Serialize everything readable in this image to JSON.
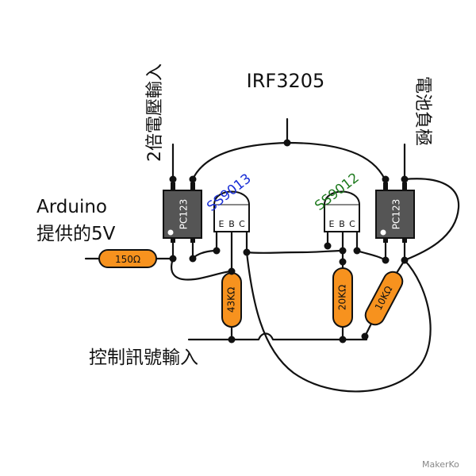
{
  "labels": {
    "irf": "IRF3205",
    "double_voltage_input": "2倍電壓輸入",
    "battery_negative": "電池負極",
    "arduino": "Arduino",
    "arduino_5v": "提供的5V",
    "control_input": "控制訊號輸入",
    "watermark": "MakerKo"
  },
  "components": {
    "optocoupler_left": "PC123",
    "optocoupler_right": "PC123",
    "transistor_left": "SS9013",
    "transistor_right": "SS9012",
    "pin_e": "E",
    "pin_b": "B",
    "pin_c": "C",
    "r150": "150Ω",
    "r43k": "43KΩ",
    "r20k": "20KΩ",
    "r10k": "10KΩ"
  },
  "colors": {
    "resistor_body": "#F7921E",
    "ic_body": "#555555",
    "ss9013_label": "#1A2FD6",
    "ss9012_label": "#1E7A1E"
  }
}
